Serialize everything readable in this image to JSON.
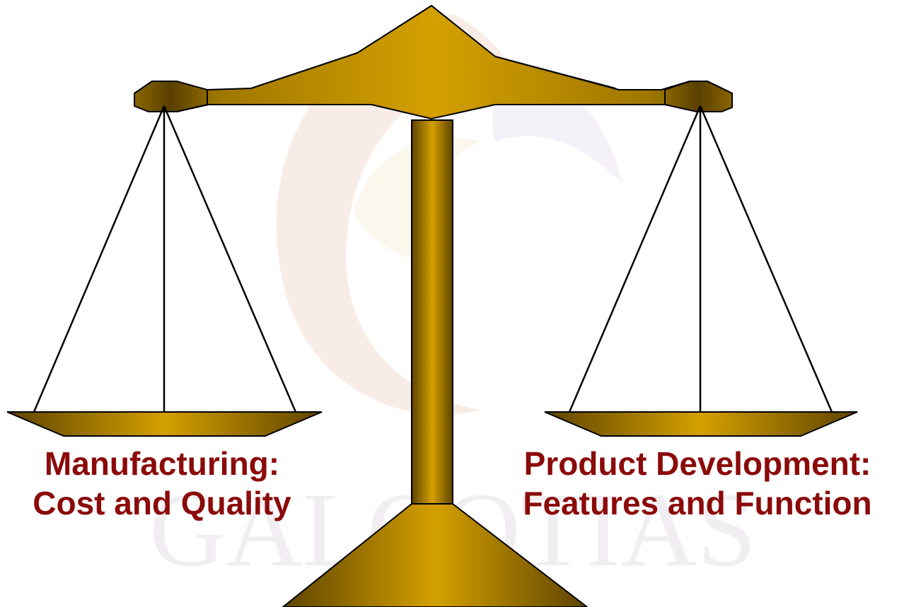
{
  "colors": {
    "label": "#8b0a0a",
    "gold_light": "#d4a000",
    "gold_dark": "#6b4e00",
    "outline": "#000000"
  },
  "left_pan": {
    "line1": "Manufacturing:",
    "line2": "Cost and Quality"
  },
  "right_pan": {
    "line1": "Product Development:",
    "line2": "Features and Function"
  },
  "watermark": {
    "description_icon": "university-logo-watermark",
    "text": "GALGOTIAS"
  }
}
